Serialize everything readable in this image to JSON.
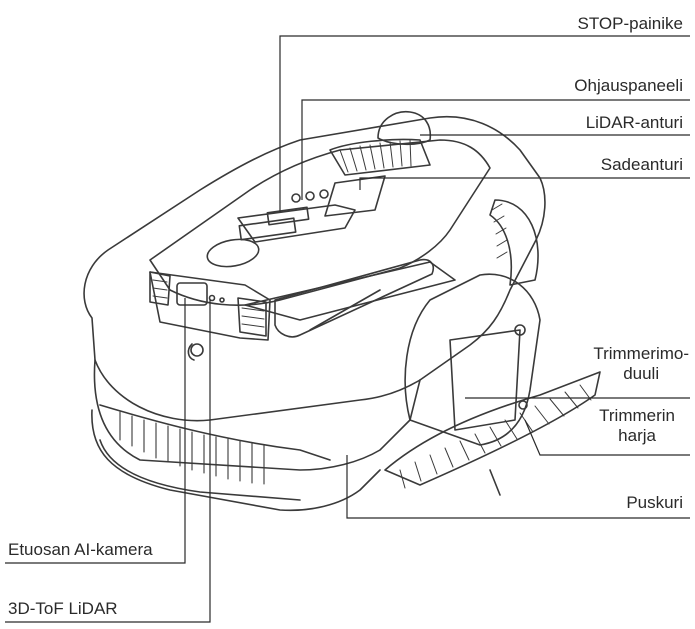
{
  "diagram": {
    "labels": {
      "stop_button": "STOP-painike",
      "control_panel": "Ohjauspaneeli",
      "lidar_sensor": "LiDAR-anturi",
      "rain_sensor": "Sadeanturi",
      "trimmer_module_line1": "Trimmerimo-",
      "trimmer_module_line2": "duuli",
      "trimmer_brush_line1": "Trimmerin",
      "trimmer_brush_line2": "harja",
      "bumper": "Puskuri",
      "front_ai_camera": "Etuosan AI-kamera",
      "tof_lidar": "3D-ToF LiDAR"
    }
  }
}
